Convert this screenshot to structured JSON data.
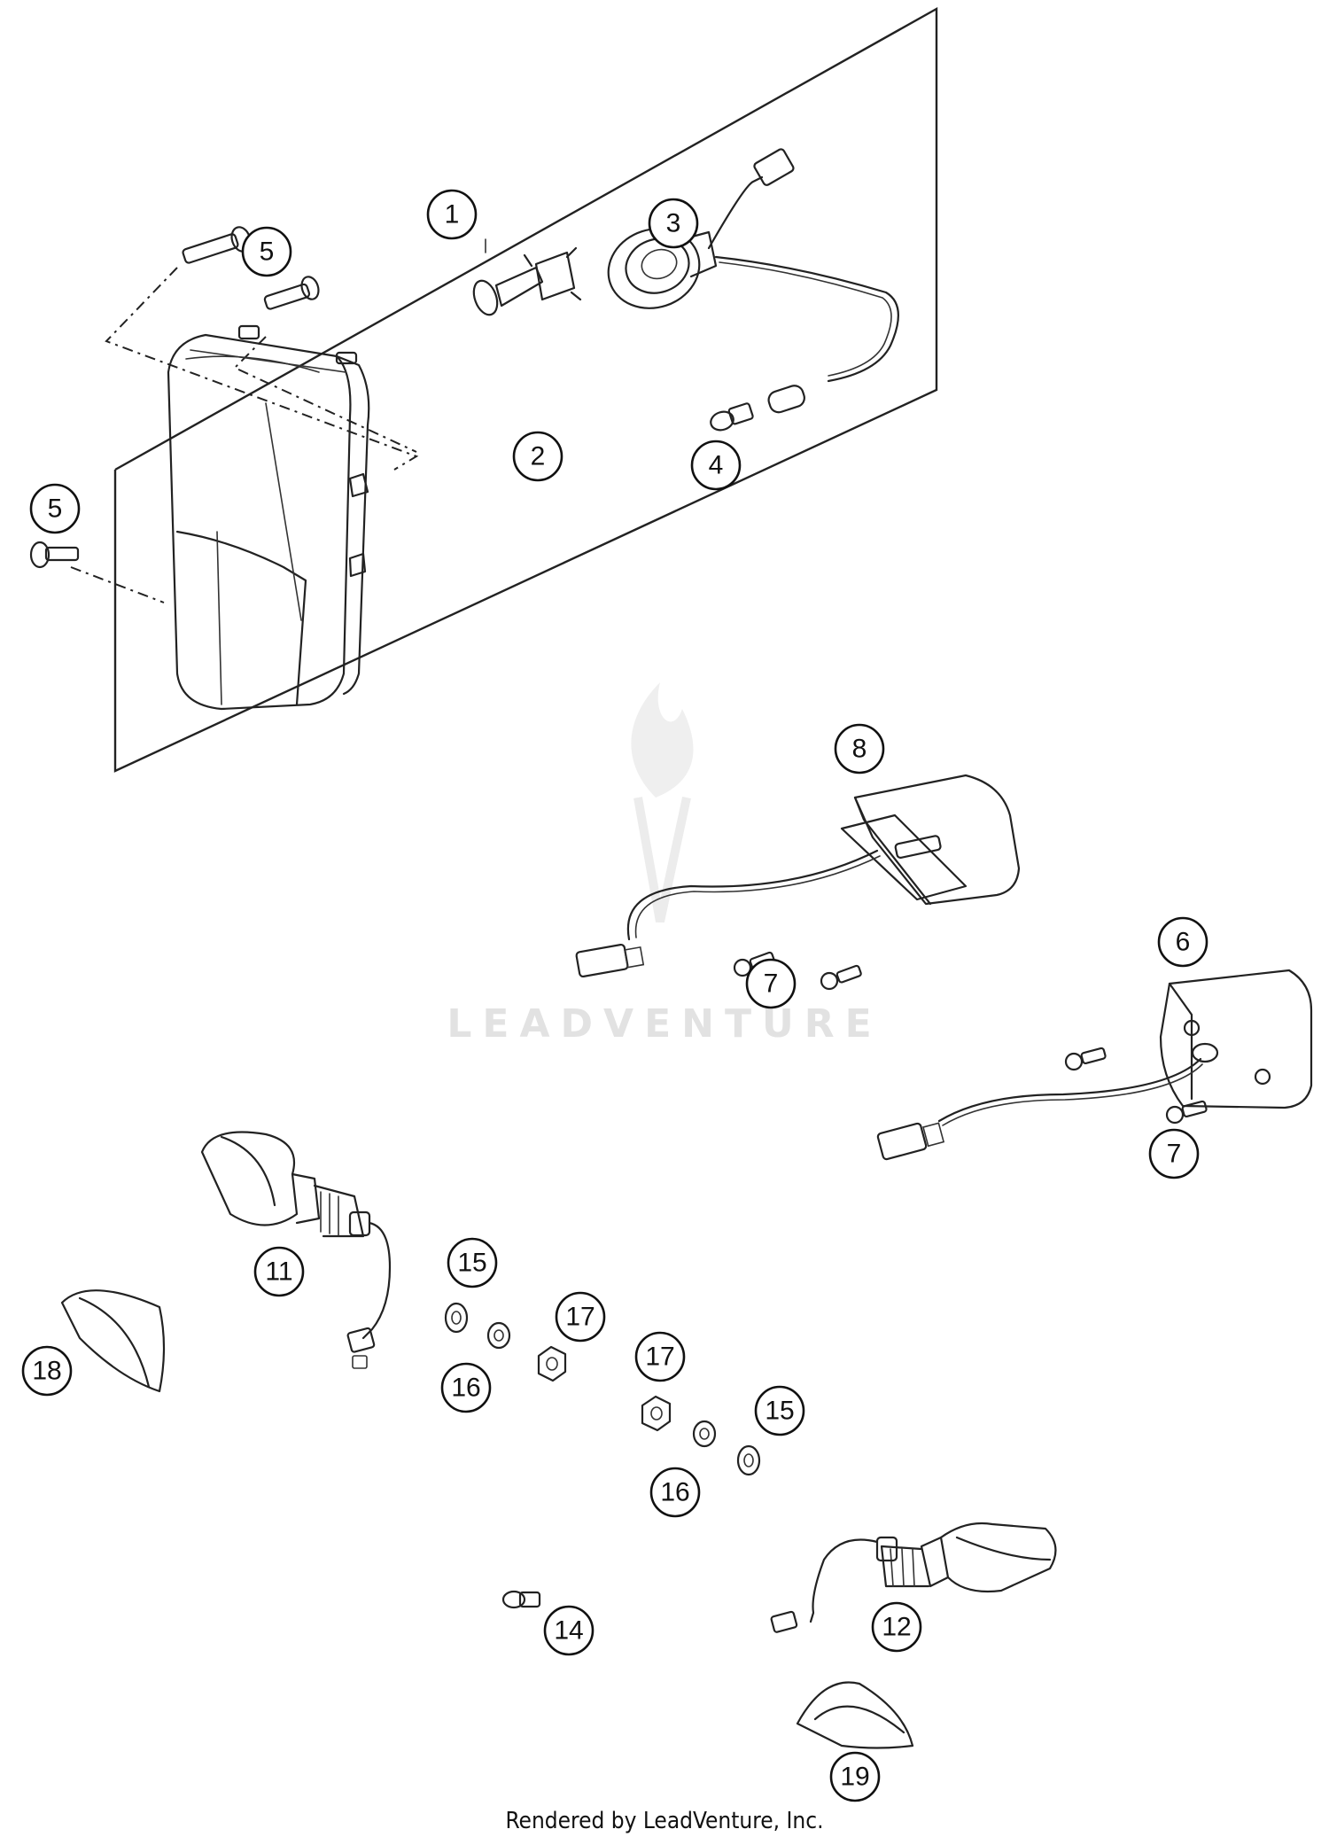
{
  "watermark": {
    "text": "LEADVENTURE"
  },
  "footer": {
    "text": "Rendered by LeadVenture, Inc."
  },
  "callouts": {
    "c1": "1",
    "c2": "2",
    "c3": "3",
    "c4": "4",
    "c5a": "5",
    "c5b": "5",
    "c6": "6",
    "c7a": "7",
    "c7b": "7",
    "c8": "8",
    "c11": "11",
    "c12": "12",
    "c14": "14",
    "c15a": "15",
    "c15b": "15",
    "c16a": "16",
    "c16b": "16",
    "c17a": "17",
    "c17b": "17",
    "c18": "18",
    "c19": "19"
  }
}
